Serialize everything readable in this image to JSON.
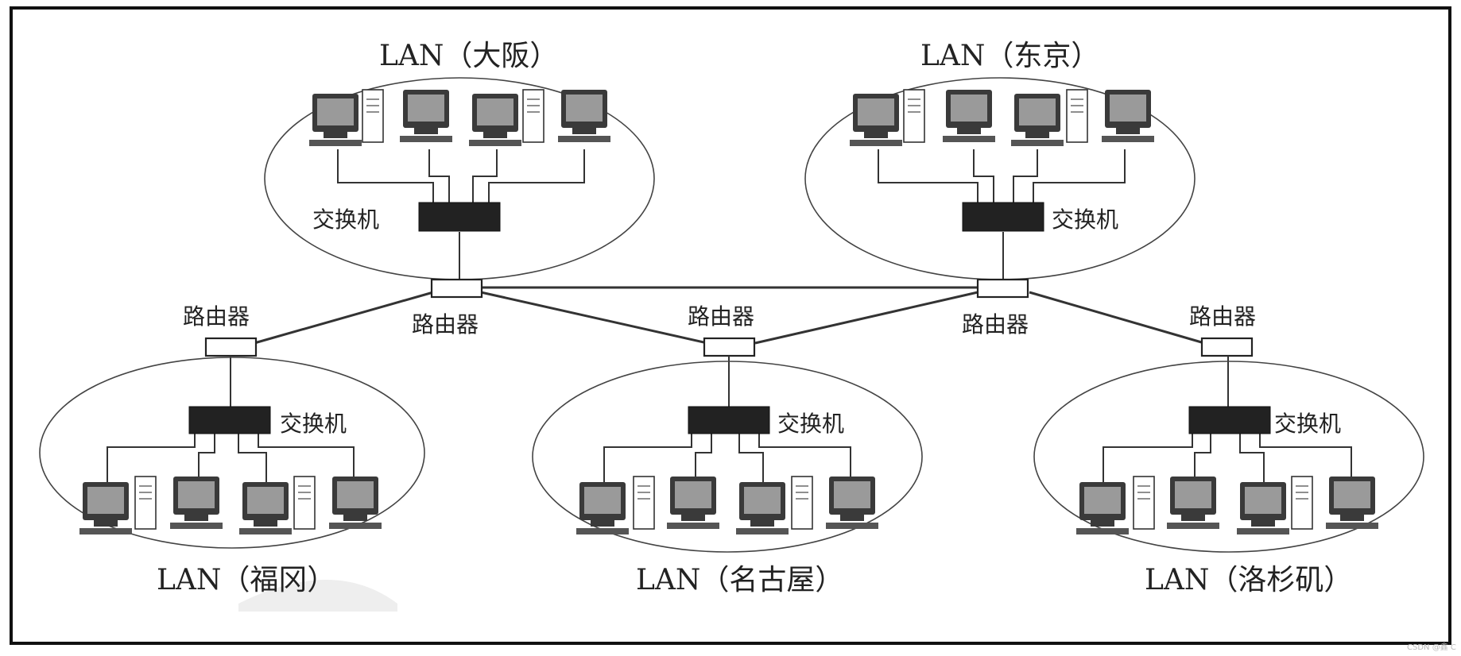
{
  "labels": {
    "lan_osaka": "LAN（大阪）",
    "lan_tokyo": "LAN（东京）",
    "lan_fukuoka": "LAN（福冈）",
    "lan_nagoya": "LAN（名古屋）",
    "lan_la": "LAN（洛杉矶）",
    "switch": "交换机",
    "router": "路由器",
    "watermark": "CSDN @鑫 C"
  }
}
